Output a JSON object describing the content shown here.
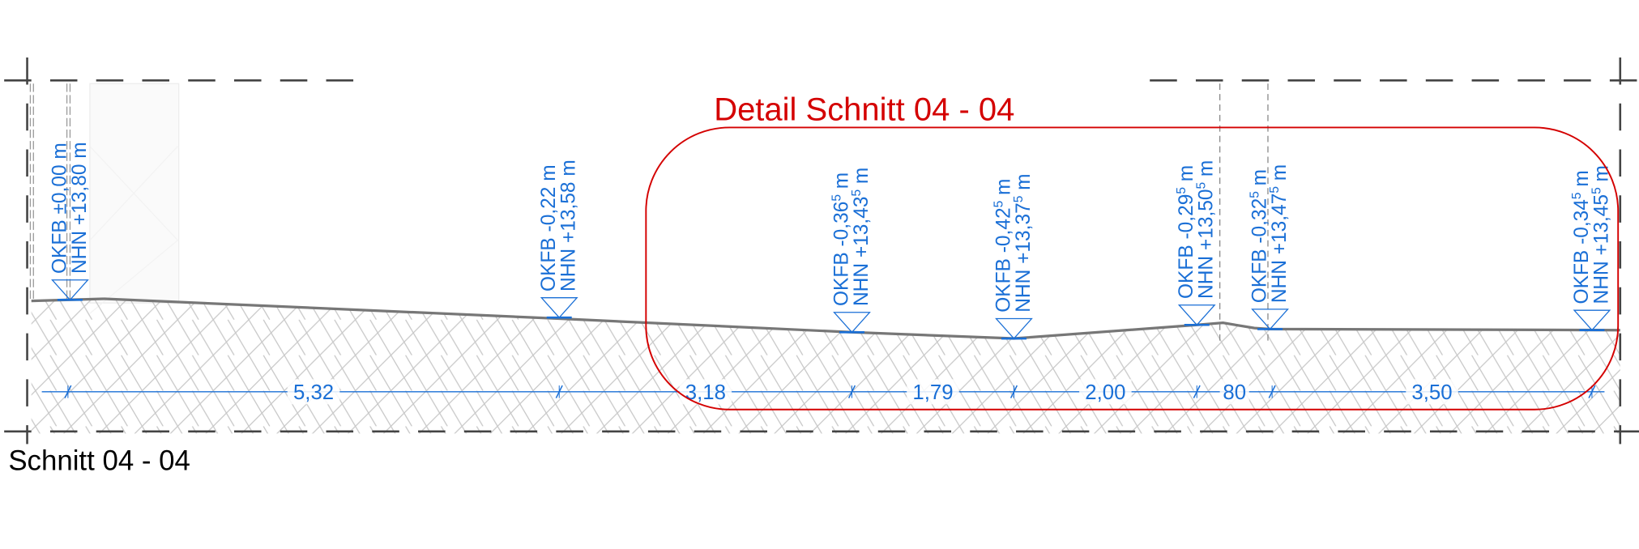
{
  "drawing": {
    "section_title": "Schnitt 04 - 04",
    "detail_title": "Detail Schnitt 04 - 04",
    "colors": {
      "level": "#1a6fd6",
      "detail": "#d40000",
      "ground": "#777777",
      "hatch": "#c8c8c8"
    }
  },
  "levels": [
    {
      "okfb": "OKFB ±0,00",
      "okfb_sup": "",
      "nhn": "NHN +13,80",
      "nhn_sup": "",
      "unit": " m"
    },
    {
      "okfb": "OKFB -0,22",
      "okfb_sup": "",
      "nhn": "NHN +13,58",
      "nhn_sup": "",
      "unit": " m"
    },
    {
      "okfb": "OKFB -0,36",
      "okfb_sup": "5",
      "nhn": "NHN +13,43",
      "nhn_sup": "5",
      "unit": " m"
    },
    {
      "okfb": "OKFB -0,42",
      "okfb_sup": "5",
      "nhn": "NHN +13,37",
      "nhn_sup": "5",
      "unit": " m"
    },
    {
      "okfb": "OKFB -0,29",
      "okfb_sup": "5",
      "nhn": "NHN +13,50",
      "nhn_sup": "5",
      "unit": " m"
    },
    {
      "okfb": "OKFB -0,32",
      "okfb_sup": "5",
      "nhn": "NHN +13,47",
      "nhn_sup": "5",
      "unit": " m"
    },
    {
      "okfb": "OKFB -0,34",
      "okfb_sup": "5",
      "nhn": "NHN +13,45",
      "nhn_sup": "5",
      "unit": " m"
    }
  ],
  "dimensions": [
    "5,32",
    "3,18",
    "1,79",
    "2,00",
    "80",
    "3,50"
  ]
}
